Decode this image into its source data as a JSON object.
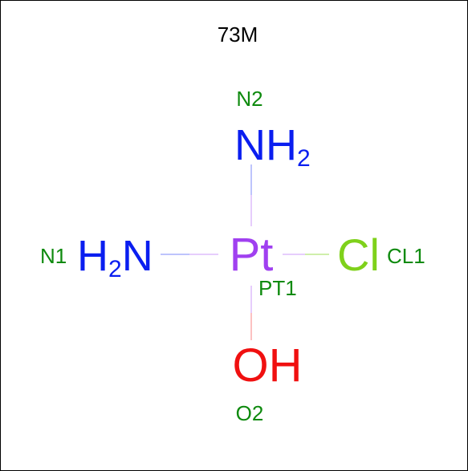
{
  "title": "73M",
  "atoms": {
    "pt": {
      "symbol": "Pt",
      "label": "PT1",
      "color": "#a040f0"
    },
    "n1": {
      "symbol": "H",
      "sub": "2",
      "rest": "N",
      "label": "N1",
      "color": "#0a1ef0"
    },
    "n2": {
      "symbol": "NH",
      "sub": "2",
      "label": "N2",
      "color": "#0a1ef0"
    },
    "cl": {
      "symbol": "Cl",
      "label": "CL1",
      "color": "#7fd11b"
    },
    "o": {
      "symbol": "OH",
      "label": "O2",
      "color": "#f01010"
    }
  },
  "colors": {
    "label": "#0e8a0e",
    "title": "#000000"
  }
}
